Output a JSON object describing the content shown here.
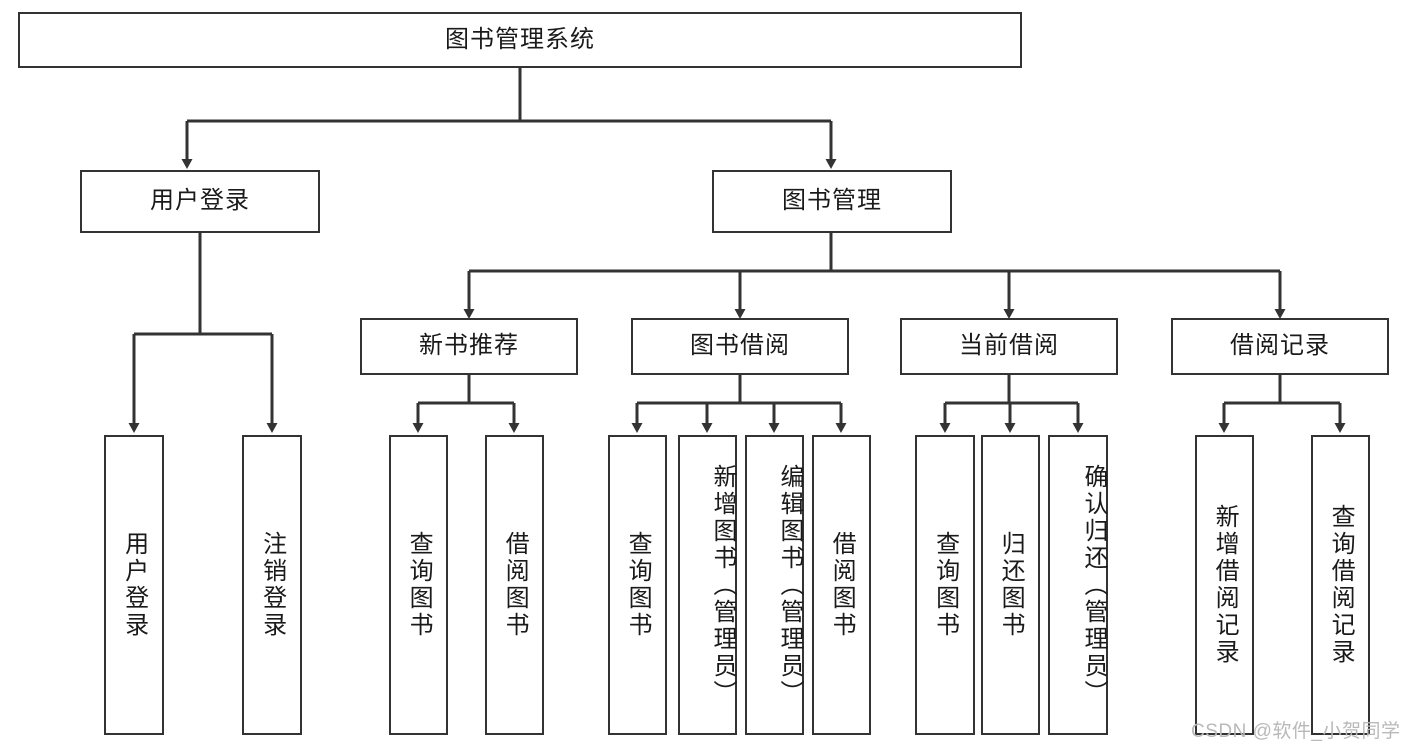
{
  "diagram": {
    "title": "图书管理系统",
    "type": "tree-hierarchy",
    "levels": {
      "root": {
        "label": "图书管理系统"
      },
      "level2": [
        {
          "label": "用户登录"
        },
        {
          "label": "图书管理"
        }
      ],
      "level3": [
        {
          "label": "新书推荐"
        },
        {
          "label": "图书借阅"
        },
        {
          "label": "当前借阅"
        },
        {
          "label": "借阅记录"
        }
      ],
      "leaves_user_login": [
        {
          "label": "用户登录"
        },
        {
          "label": "注销登录"
        }
      ],
      "leaves_new_book": [
        {
          "label": "查询图书"
        },
        {
          "label": "借阅图书"
        }
      ],
      "leaves_borrow": [
        {
          "label": "查询图书"
        },
        {
          "label": "新增图书（管理员）"
        },
        {
          "label": "编辑图书（管理员）"
        },
        {
          "label": "借阅图书"
        }
      ],
      "leaves_current": [
        {
          "label": "查询图书"
        },
        {
          "label": "归还图书"
        },
        {
          "label": "确认归还（管理员）"
        }
      ],
      "leaves_records": [
        {
          "label": "新增借阅记录"
        },
        {
          "label": "查询借阅记录"
        }
      ]
    }
  },
  "watermark": {
    "text": "CSDN @软件_小贺同学"
  },
  "colors": {
    "stroke": "#333333",
    "fill": "#ffffff",
    "text": "#1a1a1a",
    "watermark": "#b9b9b9"
  }
}
